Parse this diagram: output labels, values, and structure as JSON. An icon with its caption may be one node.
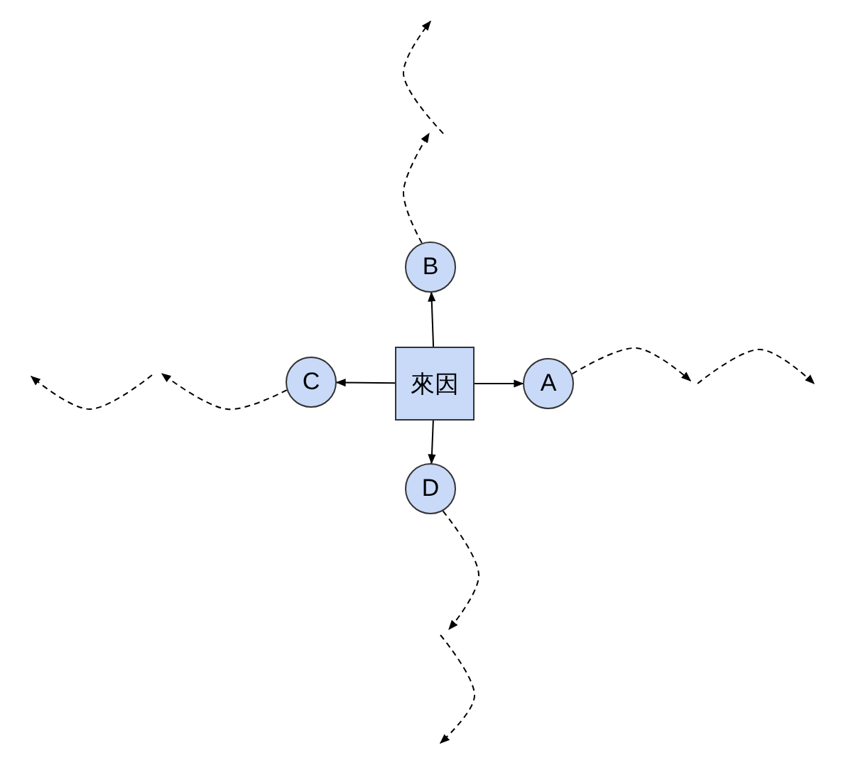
{
  "diagram": {
    "nodes": [
      {
        "text": [
          "B"
        ]
      },
      {
        "text": [
          "C"
        ]
      },
      {
        "text": [
          "來因"
        ]
      },
      {
        "text": [
          "A"
        ]
      },
      {
        "text": [
          "D"
        ]
      }
    ],
    "edges": [
      {
        "from": 2,
        "to": 0,
        "arrow": "to"
      },
      {
        "from": 2,
        "to": 1,
        "arrow": "to"
      },
      {
        "from": 2,
        "to": 3,
        "arrow": "to"
      },
      {
        "from": 2,
        "to": 4,
        "arrow": "to"
      },
      {
        "from": 0,
        "to": null,
        "arrow": "to",
        "style": "dashed"
      },
      {
        "from": 1,
        "to": null,
        "arrow": "to",
        "style": "dashed"
      },
      {
        "from": 3,
        "to": null,
        "arrow": "to",
        "style": "dashed"
      },
      {
        "from": 4,
        "to": null,
        "arrow": "to",
        "style": "dashed"
      }
    ]
  }
}
